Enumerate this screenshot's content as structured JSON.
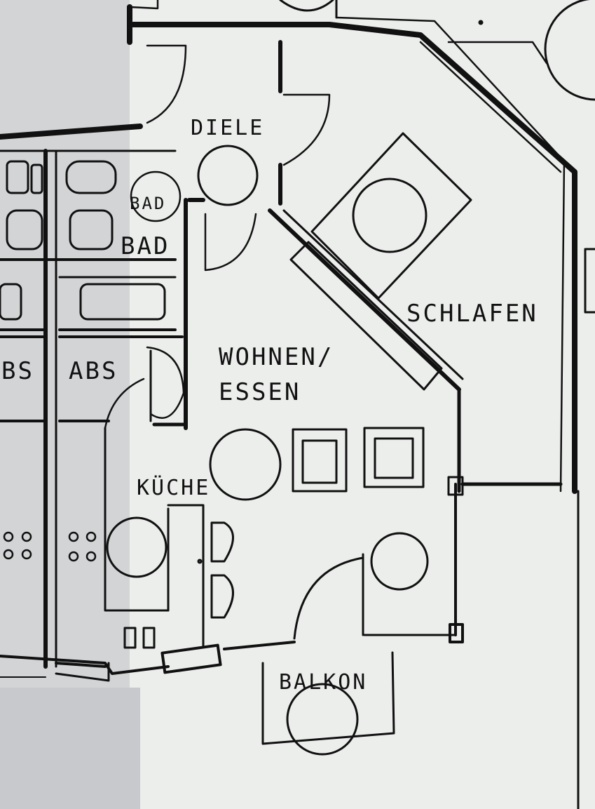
{
  "rooms": {
    "diele": "DIELE",
    "bad_upper": "BAD",
    "bad_lower": "BAD",
    "schlafen": "SCHLAFEN",
    "wohnen_line1": "WOHNEN/",
    "wohnen_line2": "ESSEN",
    "abs_left": "BS",
    "abs_right": "ABS",
    "kueche": "KÜCHE",
    "balkon": "BALKON"
  },
  "colors": {
    "paper": "#e9ebe9",
    "shadow": "#c9ccd0",
    "ink": "#111111"
  }
}
